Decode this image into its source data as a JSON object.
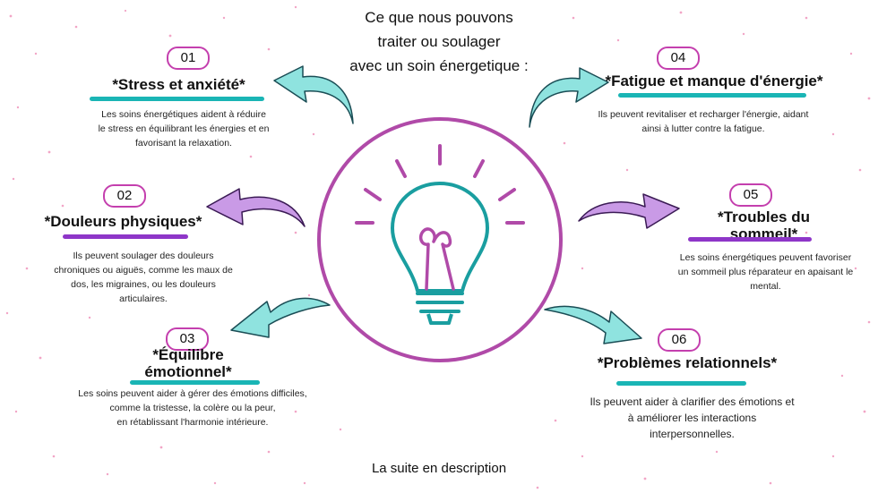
{
  "title": [
    "Ce que nous pouvons",
    "traiter ou soulager",
    "avec un soin énergetique :"
  ],
  "footer": "La suite en description",
  "items": [
    {
      "number": "01",
      "title": "*Stress et anxiété*",
      "lines": [
        "Les soins énergétiques aident à réduire",
        "le stress en équilibrant les énergies et en",
        "favorisant la relaxation."
      ]
    },
    {
      "number": "02",
      "title": "*Douleurs physiques*",
      "lines": [
        "Ils peuvent soulager des douleurs",
        "chroniques ou aiguës, comme les maux de",
        "dos, les migraines, ou les douleurs",
        "articulaires."
      ]
    },
    {
      "number": "03",
      "title_lines": [
        "*Équilibre",
        "émotionnel*"
      ],
      "lines": [
        "Les soins peuvent aider à gérer des émotions difficiles,",
        "comme la tristesse, la colère ou la peur,",
        "en rétablissant l'harmonie intérieure."
      ]
    },
    {
      "number": "04",
      "title": "*Fatigue et manque d'énergie*",
      "lines": [
        "Ils peuvent revitaliser et recharger l'énergie, aidant",
        "ainsi à lutter contre la fatigue."
      ]
    },
    {
      "number": "05",
      "title_lines": [
        "*Troubles du",
        "sommeil*"
      ],
      "lines": [
        "Les soins énergétiques peuvent favoriser",
        "un sommeil plus réparateur en apaisant le",
        "mental."
      ]
    },
    {
      "number": "06",
      "title": "*Problèmes relationnels*",
      "lines": [
        "Ils peuvent aider à clarifier des émotions et",
        "à améliorer les interactions",
        "interpersonnelles."
      ]
    }
  ],
  "colors": {
    "teal": "#1ab5b5",
    "purple": "#8e36c8",
    "magenta": "#b04aa8",
    "mint": "#8fe3df",
    "lilac": "#c99ae6",
    "dots": "#f2a5c6"
  },
  "icons": {
    "center": "lightbulb-icon"
  }
}
